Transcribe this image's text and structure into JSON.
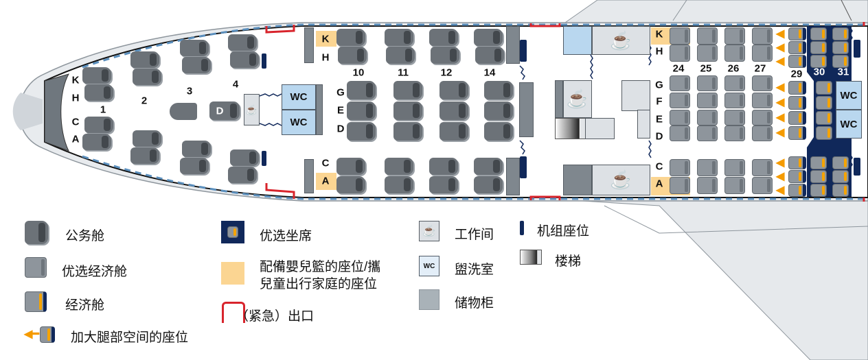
{
  "map": {
    "business_rows": [
      "1",
      "2",
      "3",
      "4",
      "10",
      "11",
      "12",
      "14"
    ],
    "economy_rows": [
      "24",
      "25",
      "26",
      "27",
      "29",
      "30",
      "31"
    ],
    "nose_letters": [
      "K",
      "H",
      "C",
      "A"
    ],
    "center_seat_letter": "D",
    "main_side_letters": [
      "K",
      "H",
      "C",
      "A"
    ],
    "main_center_letters": [
      "G",
      "E",
      "D"
    ],
    "econ_letters": [
      "K",
      "H",
      "G",
      "F",
      "E",
      "D",
      "C",
      "A"
    ],
    "wc_label": "WC",
    "galley_symbol": "☕"
  },
  "legend": {
    "business": "公务舱",
    "premium_economy": "优选经济舱",
    "economy": "经济舱",
    "extra_legroom": "加大腿部空间的座位",
    "preferred_seat": "优选坐席",
    "bassinet_line1": "配備嬰兒籃的座位/攜",
    "bassinet_line2": "兒童出行家庭的座位",
    "exit": "（紧急）出口",
    "galley": "工作间",
    "lavatory": "盥洗室",
    "lavatory_icon": "WC",
    "storage": "储物柜",
    "crew_seat": "机组座位",
    "stairs": "楼梯"
  },
  "colors": {
    "navy": "#10285a",
    "orange": "#f59b00",
    "bassinet": "#fbd592",
    "exit": "#d8242c",
    "wc": "#b9d7ef"
  }
}
